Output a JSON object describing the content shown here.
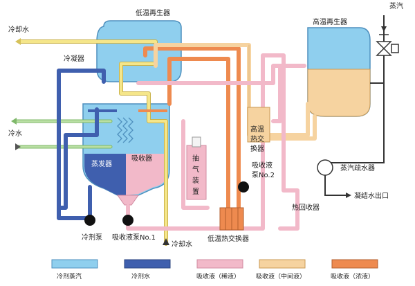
{
  "labels": {
    "cooling_water_out": "冷却水",
    "low_temp_generator": "低温再生器",
    "high_temp_generator": "高温再生器",
    "steam": "蒸汽",
    "condenser": "冷凝器",
    "chilled_water": "冷水",
    "high_temp_hx_1": "高温",
    "high_temp_hx_2": "热交",
    "high_temp_hx_3": "换器",
    "evaporator": "蒸发器",
    "absorber": "吸收器",
    "purge_1": "抽",
    "purge_2": "气",
    "purge_3": "装",
    "purge_4": "置",
    "absorbent_pump_2_a": "吸收液",
    "absorbent_pump_2_b": "泵No.2",
    "steam_trap": "蒸汽疏水器",
    "condensate_out": "凝结水出口",
    "heat_recovery": "热回收器",
    "refrigerant_pump": "冷剂泵",
    "absorbent_pump_1": "吸收液泵No.1",
    "cooling_water_in": "冷却水",
    "low_temp_hx": "低温热交换器"
  },
  "legend": [
    {
      "label": "冷剂蒸汽",
      "color": "#8fcfee"
    },
    {
      "label": "冷剂水",
      "color": "#3f5fae"
    },
    {
      "label": "吸收液（稀液）",
      "color": "#f2b9c9"
    },
    {
      "label": "吸收液（中间液）",
      "color": "#f6d3a0"
    },
    {
      "label": "吸收液（浓液）",
      "color": "#ee8a4f"
    }
  ],
  "colors": {
    "refrigerant_vapor": "#8fcfee",
    "refrigerant_water": "#3f5fae",
    "dilute_solution": "#f2b9c9",
    "intermediate_solution": "#f6d3a0",
    "concentrated_solution": "#ee8a4f",
    "cooling_water": "#f5e68a",
    "chilled_water": "#b9dfa3"
  }
}
